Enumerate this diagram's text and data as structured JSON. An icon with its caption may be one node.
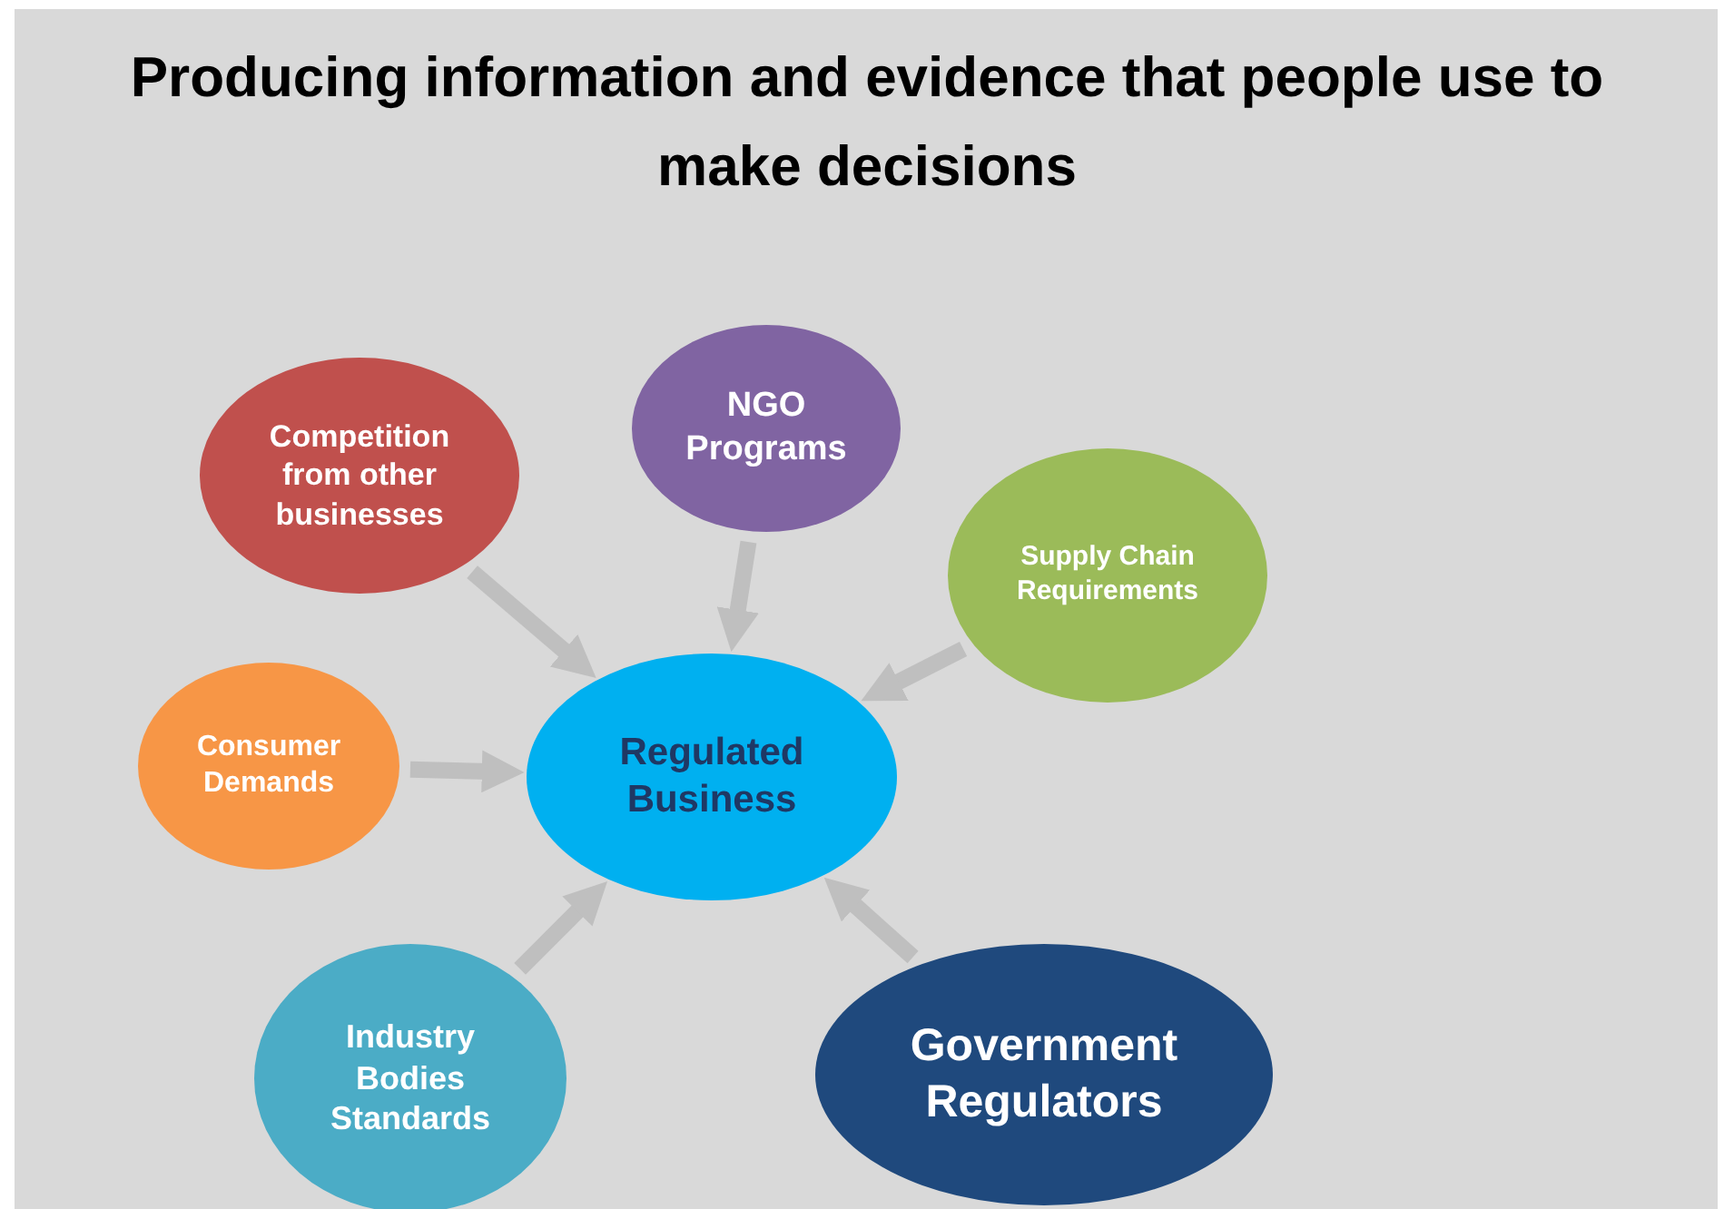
{
  "diagram": {
    "title": "Producing information and evidence that people use to make decisions",
    "nodes": [
      {
        "text": [
          "Competition from other businesses"
        ]
      },
      {
        "text": [
          "NGO Programs"
        ]
      },
      {
        "text": [
          "Supply Chain Requirements"
        ]
      },
      {
        "text": [
          "Consumer Demands"
        ]
      },
      {
        "text": [
          "Regulated Business"
        ]
      },
      {
        "text": [
          "Industry Bodies Standards"
        ]
      },
      {
        "text": [
          "Government Regulators"
        ]
      }
    ],
    "edges": [
      {
        "from": 0,
        "to": 4,
        "arrow": "to"
      },
      {
        "from": 1,
        "to": 4,
        "arrow": "to"
      },
      {
        "from": 2,
        "to": 4,
        "arrow": "to"
      },
      {
        "from": 3,
        "to": 4,
        "arrow": "to"
      },
      {
        "from": 5,
        "to": 4,
        "arrow": "to"
      },
      {
        "from": 6,
        "to": 4,
        "arrow": "to"
      }
    ]
  }
}
